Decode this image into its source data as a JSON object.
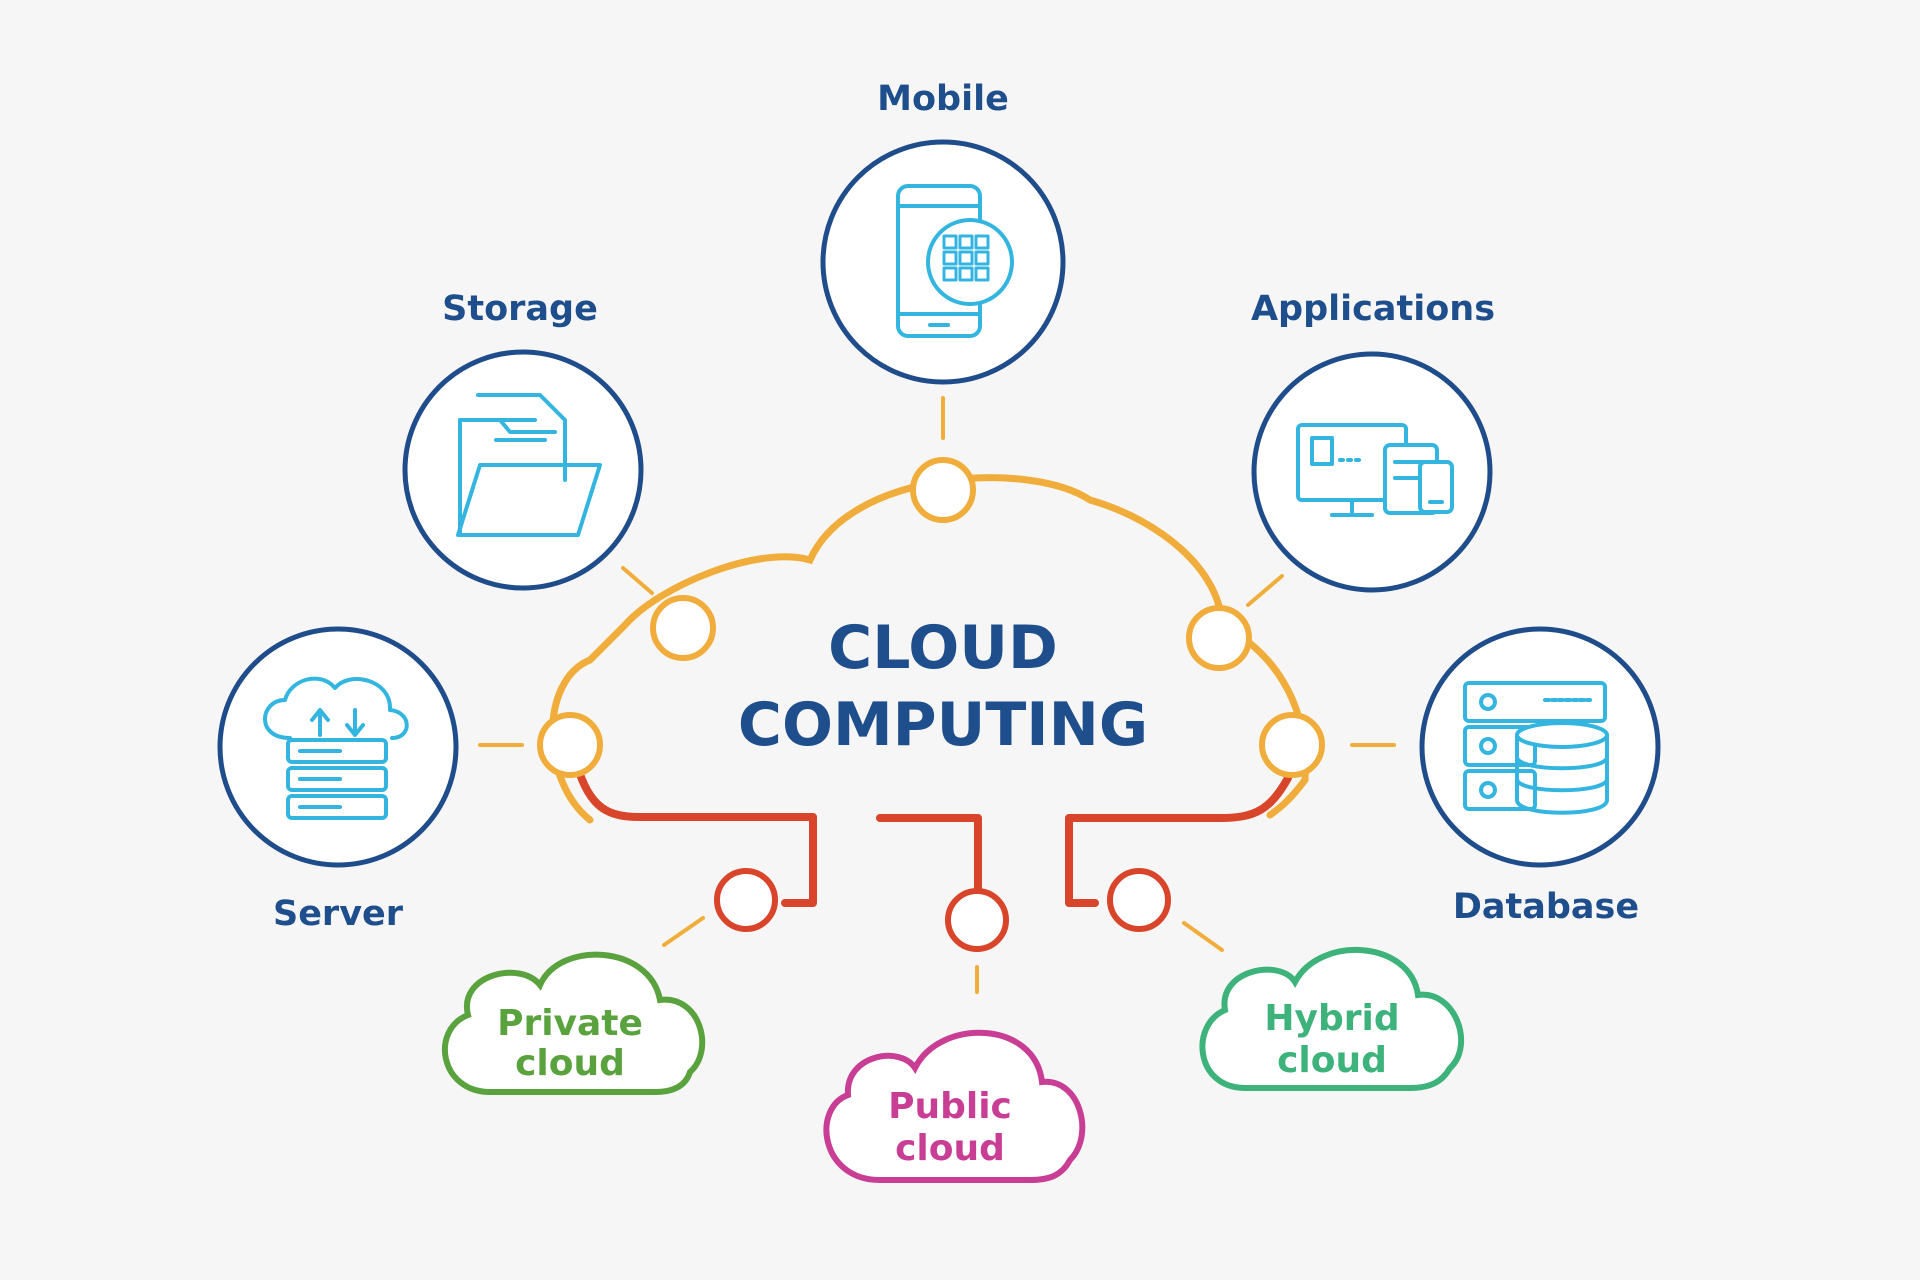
{
  "diagram": {
    "title_line1": "CLOUD",
    "title_line2": "COMPUTING",
    "services": {
      "mobile": "Mobile",
      "storage": "Storage",
      "applications": "Applications",
      "server": "Server",
      "database": "Database"
    },
    "deployments": {
      "private": {
        "line1": "Private",
        "line2": "cloud"
      },
      "public": {
        "line1": "Public",
        "line2": "cloud"
      },
      "hybrid": {
        "line1": "Hybrid",
        "line2": "cloud"
      }
    },
    "icons": {
      "mobile": "mobile-phone-icon",
      "storage": "folder-documents-icon",
      "applications": "devices-icon",
      "server": "server-upload-download-icon",
      "database": "database-icon"
    },
    "colors": {
      "cloud_outline": "#f1ad3b",
      "circuit": "#d8452a",
      "ring": "#1f4c8a",
      "icon": "#33b5e0",
      "private": "#5aa23e",
      "public": "#c83e95",
      "hybrid": "#3db27a",
      "label": "#1e4f8c"
    }
  }
}
